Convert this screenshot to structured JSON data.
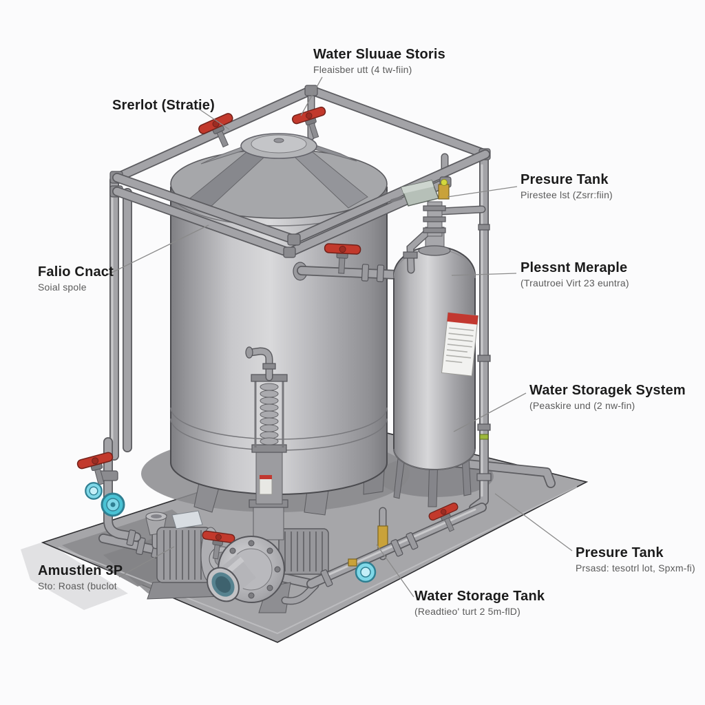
{
  "title": "Water storage system isometric diagram",
  "labels": {
    "top_system": {
      "title": "Water Sluuae Storis",
      "subtitle": "Fleaisber utt (4 tw-fiin)"
    },
    "inlet_valve": {
      "title": "Srerlot (Stratie)",
      "subtitle": ""
    },
    "pressure_tank_upper": {
      "title": "Presure Tank",
      "subtitle": "Pirestee lst (Zsrr:fiin)"
    },
    "pressure_gauge": {
      "title": "Plessnt Meraple",
      "subtitle": "(Trautroei Virt 23 euntra)"
    },
    "storage_system": {
      "title": "Water Storagek System",
      "subtitle": "(Peaskire und (2 nw-fin)"
    },
    "pressure_tank_lower": {
      "title": "Presure Tank",
      "subtitle": "Prsasd: tesotrl lot, Spxm-fi)"
    },
    "water_storage_tank": {
      "title": "Water Storage Tank",
      "subtitle": "(Readtieo' turt 2 5m-flD)"
    },
    "fill_connect": {
      "title": "Falio Cnact",
      "subtitle": "Soial spole"
    },
    "pump": {
      "title": "Amustlen 3P",
      "subtitle": "Sto: Roast (buclot"
    }
  },
  "colors": {
    "background": "#fbfbfc",
    "label_title": "#1b1b1b",
    "label_subtitle": "#5a5a5a",
    "valve_red": "#c2392c",
    "gauge_teal": "#7fd8e8",
    "brass": "#c9a23a",
    "platform": "#a6a6a9",
    "metal_mid": "#b3b3b6",
    "sticker_red": "#c23830",
    "solenoid_green": "#b6c0b8"
  }
}
